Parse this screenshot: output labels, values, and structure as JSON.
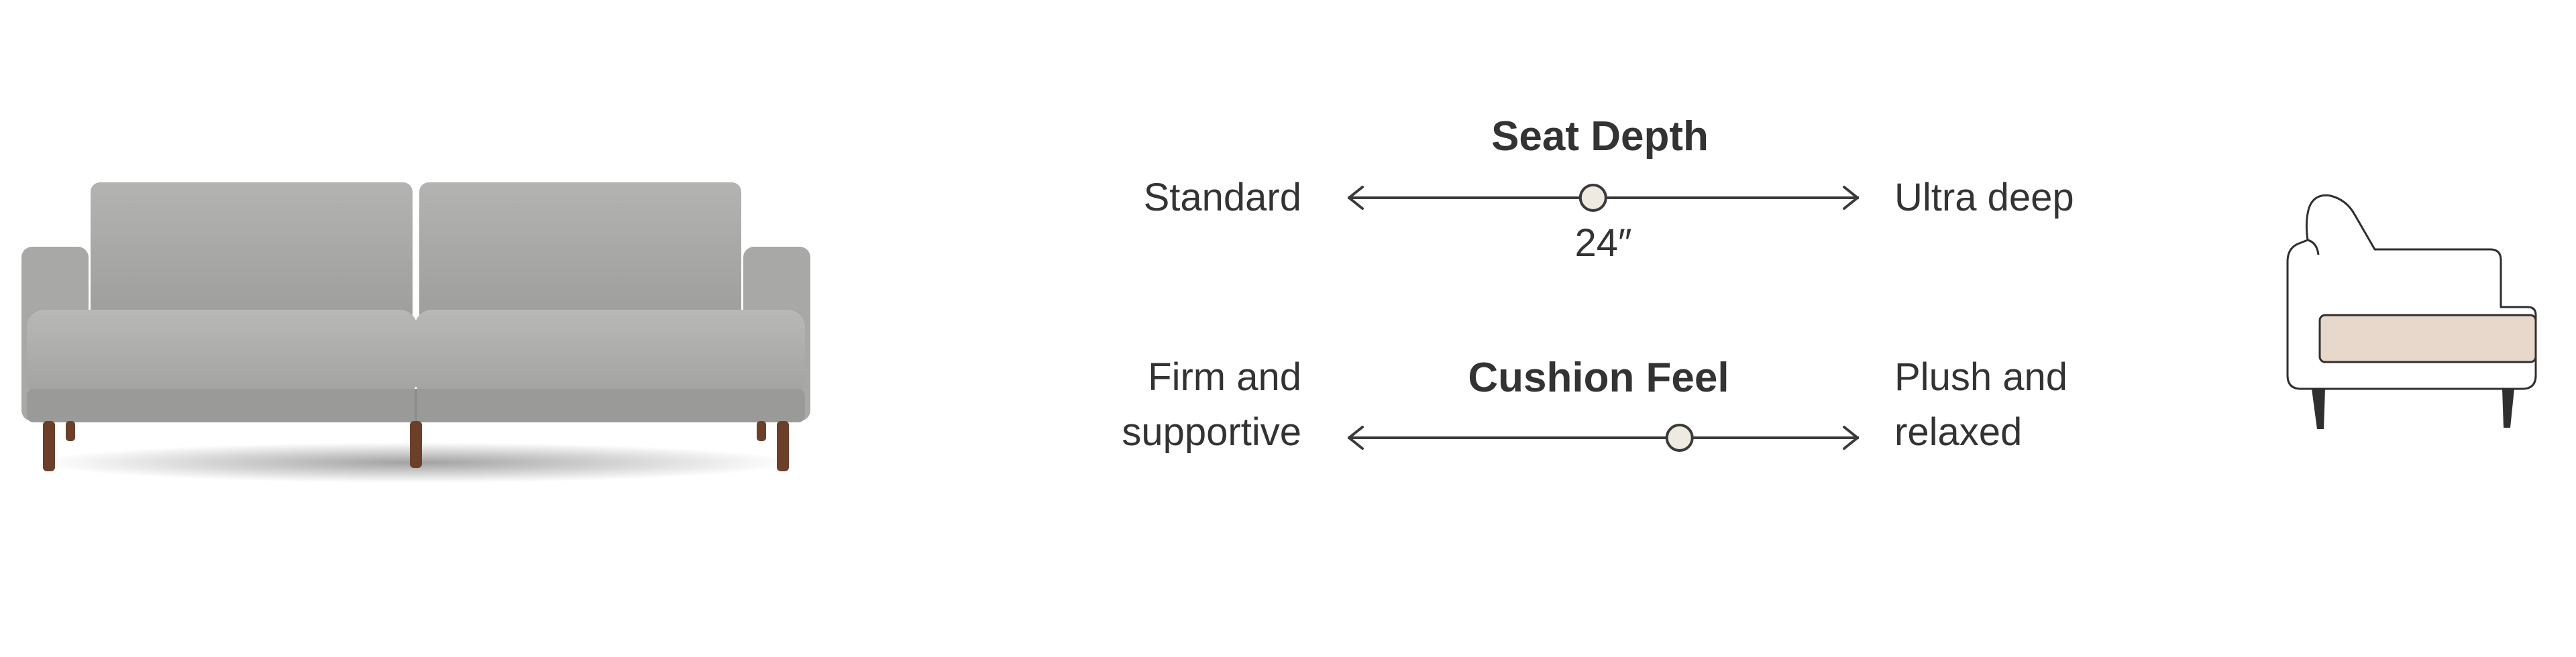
{
  "seat_depth": {
    "title": "Seat Depth",
    "left_label": "Standard",
    "right_label": "Ultra deep",
    "value_label": "24″",
    "position": 0.48
  },
  "cushion_feel": {
    "title": "Cushion Feel",
    "left_label_line1": "Firm and",
    "left_label_line2": "supportive",
    "right_label_line1": "Plush and",
    "right_label_line2": "relaxed",
    "position": 0.65
  },
  "colors": {
    "text": "#333333",
    "track": "#3a3a3a",
    "handle_fill": "#eee9e1",
    "cushion_highlight": "#e8d7cb",
    "sofa_fabric": "#a9a9a7",
    "sofa_legs": "#6b3f2a"
  },
  "icons": {
    "sofa_photo": "sofa-image",
    "seat_diagram": "seat-profile-diagram-icon"
  }
}
